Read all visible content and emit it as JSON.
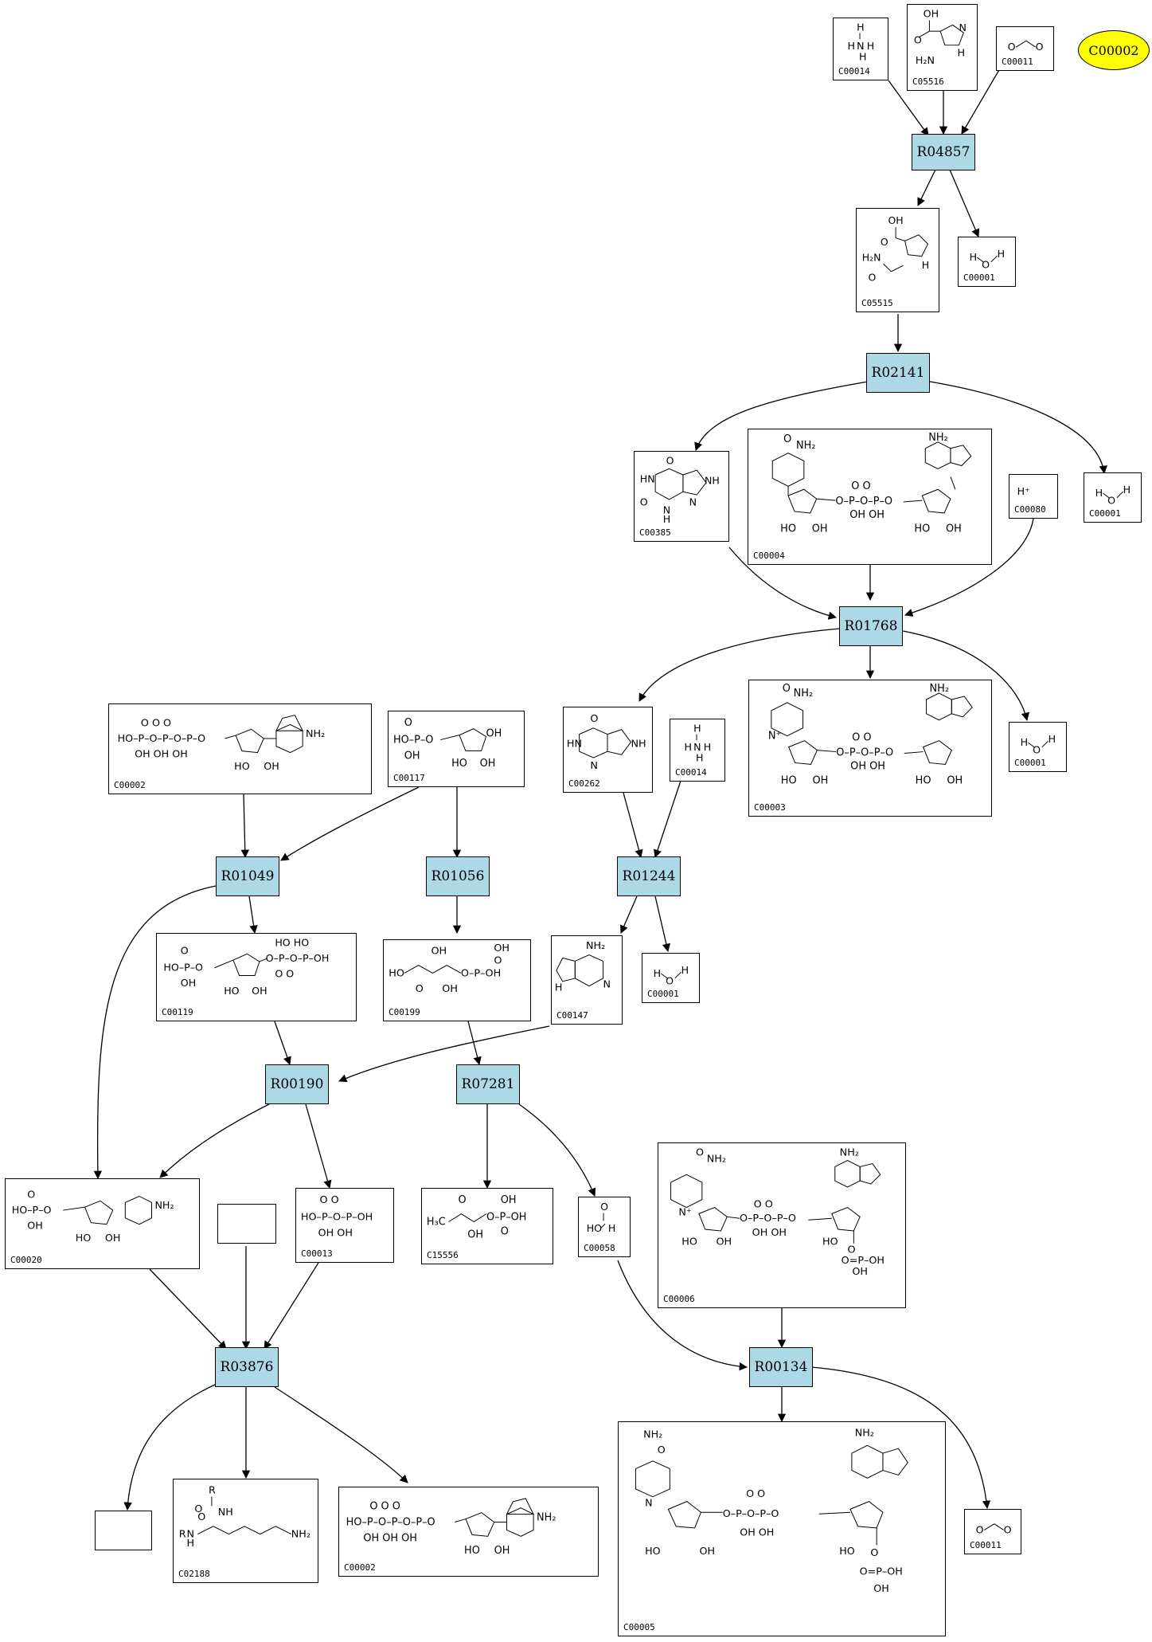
{
  "colors": {
    "reaction_fill": "#add8e6",
    "highlight_fill": "#ffff00",
    "stroke": "#000000"
  },
  "highlight": {
    "id": "C00002"
  },
  "reactions": {
    "R04857": "R04857",
    "R02141": "R02141",
    "R01768": "R01768",
    "R01049": "R01049",
    "R01056": "R01056",
    "R01244": "R01244",
    "R00190": "R00190",
    "R07281": "R07281",
    "R03876": "R03876",
    "R00134": "R00134"
  },
  "compounds": {
    "c14a": "C00014",
    "c5516": "C05516",
    "c11a": "C00011",
    "c5515": "C05515",
    "c1a": "C00001",
    "c385": "C00385",
    "c4": "C00004",
    "c80": "C00080",
    "c1b": "C00001",
    "c2a": "C00002",
    "c117": "C00117",
    "c262": "C00262",
    "c14b": "C00014",
    "c3": "C00003",
    "c1c": "C00001",
    "c119": "C00119",
    "c199": "C00199",
    "c147": "C00147",
    "c1d": "C00001",
    "c20": "C00020",
    "c13": "C00013",
    "c15556": "C15556",
    "c58": "C00058",
    "c6": "C00006",
    "c2188": "C02188",
    "c2b": "C00002",
    "c5": "C00005",
    "c11b": "C00011"
  }
}
